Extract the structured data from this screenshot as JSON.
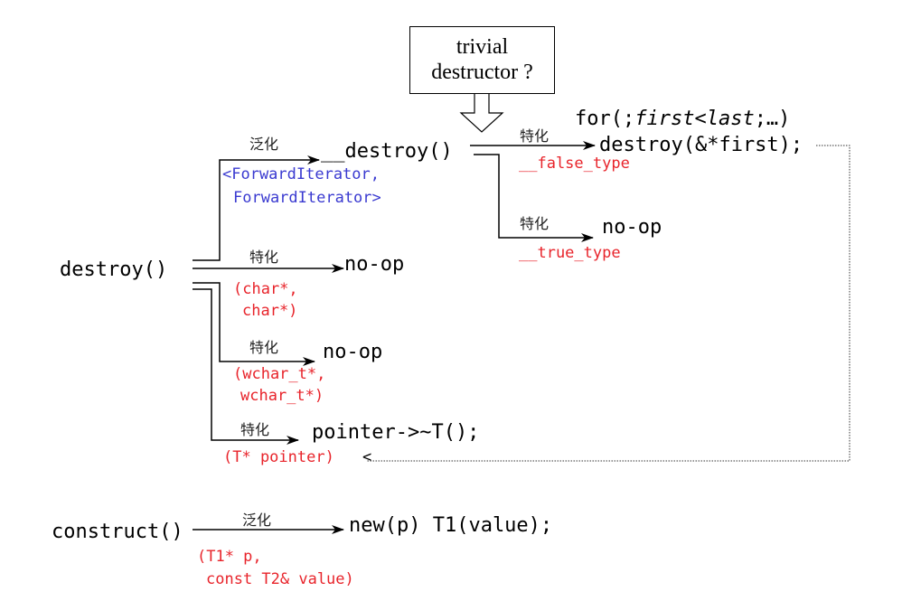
{
  "box": {
    "line1": "trivial",
    "line2": "destructor ?"
  },
  "labels": {
    "generalize": "泛化",
    "specialize": "特化"
  },
  "nodes": {
    "destroy_root": "destroy()",
    "inner_destroy": "__destroy()",
    "for_loop_prefix": "for(;",
    "for_loop_italic": "first<last",
    "for_loop_suffix": ";…)",
    "destroy_call": "destroy(&*first);",
    "noop_true": "no-op",
    "noop_char": "no-op",
    "noop_wchar": "no-op",
    "pointer_dtor": "pointer->~T();",
    "construct_root": "construct()",
    "new_call": "new(p) T1(value);"
  },
  "params": {
    "forward_iter_1": "<ForwardIterator,",
    "forward_iter_2": "ForwardIterator>",
    "false_type": "__false_type",
    "true_type": "__true_type",
    "char_1": "(char*,",
    "char_2": "char*)",
    "wchar_1": "(wchar_t*,",
    "wchar_2": "wchar_t*)",
    "pointer": "(T* pointer)",
    "construct_1": "(T1* p,",
    "construct_2": "const T2& value)"
  },
  "back_arrow": "<",
  "colors": {
    "param": "#e8242b",
    "template": "#3a3ad0",
    "line": "#000000"
  }
}
